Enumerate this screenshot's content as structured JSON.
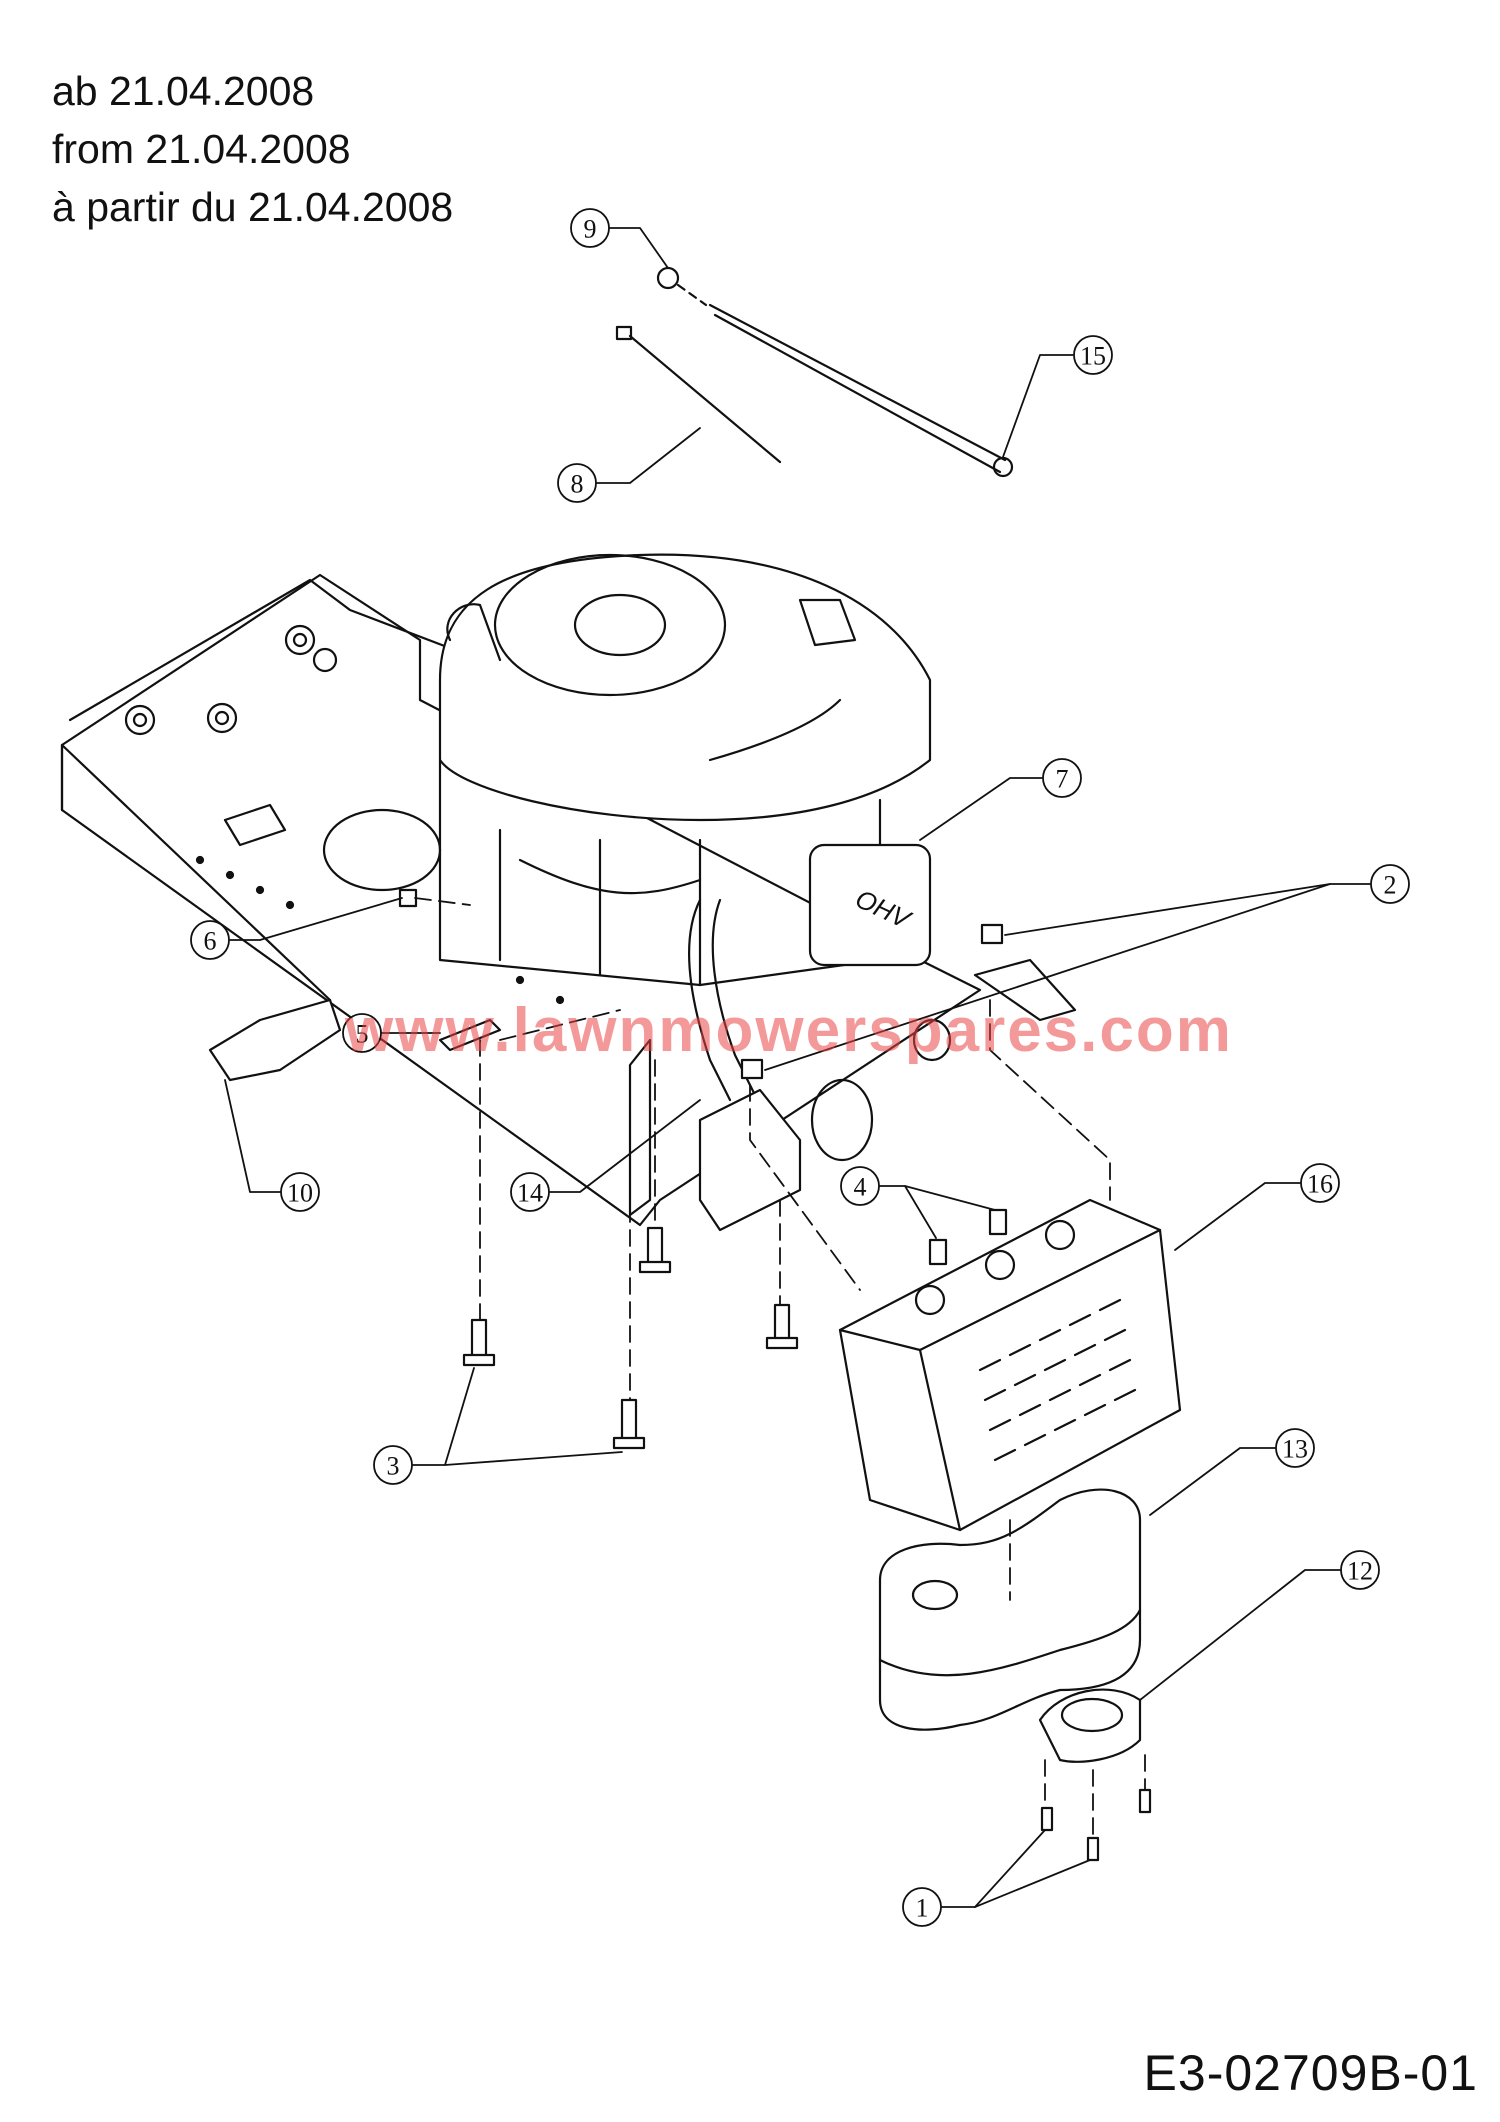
{
  "header": {
    "line_de": "ab 21.04.2008",
    "line_en": "from 21.04.2008",
    "line_fr": "à partir du 21.04.2008"
  },
  "drawing_code": "E3-02709B-01",
  "watermark": "www.lawnmowerspares.com",
  "engine_cover_logo": "OHV",
  "callouts": [
    {
      "id": "callout-1",
      "label": "1"
    },
    {
      "id": "callout-2",
      "label": "2"
    },
    {
      "id": "callout-3",
      "label": "3"
    },
    {
      "id": "callout-4",
      "label": "4"
    },
    {
      "id": "callout-5",
      "label": "5"
    },
    {
      "id": "callout-6",
      "label": "6"
    },
    {
      "id": "callout-7",
      "label": "7"
    },
    {
      "id": "callout-8",
      "label": "8"
    },
    {
      "id": "callout-9",
      "label": "9"
    },
    {
      "id": "callout-10",
      "label": "10"
    },
    {
      "id": "callout-12",
      "label": "12"
    },
    {
      "id": "callout-13",
      "label": "13"
    },
    {
      "id": "callout-14",
      "label": "14"
    },
    {
      "id": "callout-15",
      "label": "15"
    },
    {
      "id": "callout-16",
      "label": "16"
    }
  ],
  "colors": {
    "line": "#111111",
    "watermark": "#eb4646"
  }
}
